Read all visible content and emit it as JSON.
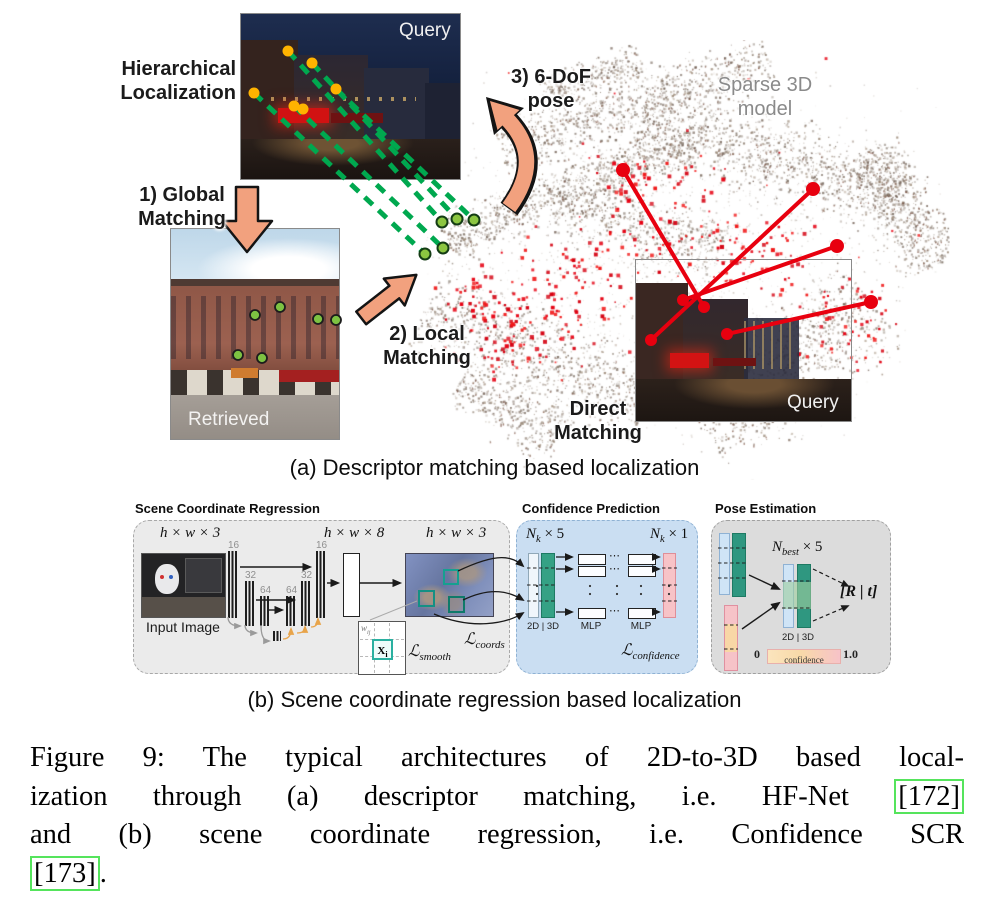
{
  "part_a": {
    "caption": "(a) Descriptor matching based localization",
    "hierarchical": [
      "Hierarchical",
      "Localization"
    ],
    "global_matching": [
      "1) Global",
      "Matching"
    ],
    "local_matching": [
      "2) Local",
      "Matching"
    ],
    "pose_6dof": [
      "3) 6-DoF",
      "pose"
    ],
    "sparse_model": "Sparse 3D model",
    "direct_matching": [
      "Direct",
      "Matching"
    ],
    "query_label_top": "Query",
    "query_label_bottom": "Query",
    "retrieved_label": "Retrieved"
  },
  "part_b": {
    "caption": "(b) Scene coordinate regression based localization",
    "scr": {
      "title": "Scene Coordinate Regression",
      "dim_input": "h × w × 3",
      "dim_mid": "h × w × 8",
      "dim_output": "h × w × 3",
      "input_image_label": "Input Image",
      "encoder_channels": [
        "16",
        "32",
        "64"
      ],
      "decoder_channels": [
        "64",
        "32",
        "16"
      ],
      "weight_label": {
        "base": "w",
        "sub": "ij"
      },
      "center_label": {
        "base": "X",
        "sub": "i"
      },
      "loss_smooth": {
        "base": "ℒ",
        "sub": "smooth"
      },
      "loss_coords": {
        "base": "ℒ",
        "sub": "coords"
      }
    },
    "confidence": {
      "title": "Confidence Prediction",
      "dim_input": {
        "base": "N",
        "sub": "k",
        "rest": " × 5"
      },
      "dim_output": {
        "base": "N",
        "sub": "k",
        "rest": " × 1"
      },
      "columns_label": "2D | 3D",
      "mlp_labels": [
        "MLP",
        "MLP"
      ],
      "ellipsis": "⋯",
      "loss": {
        "base": "ℒ",
        "sub": "confidence"
      }
    },
    "pose": {
      "title": "Pose Estimation",
      "dim": {
        "base": "N",
        "sub": "best",
        "rest": " × 5"
      },
      "columns_label": "2D | 3D",
      "output": "[R | t]",
      "confidence_scale": {
        "min": "0",
        "label": "confidence",
        "max": "1.0"
      }
    }
  },
  "caption": {
    "line1": "Figure 9: The typical architectures of 2D-to-3D based local-",
    "line2_text": "ization through (a) descriptor matching, i.e. HF-Net ",
    "line2_cite": "[172]",
    "line3": "and (b) scene coordinate regression, i.e. Confidence SCR",
    "line4_cite": "[173]",
    "line4_text": "."
  },
  "colors": {
    "arrow_orange": "#F2A17E",
    "match_green": "#00A84F",
    "keypoint_yellow": "#FFB300",
    "match_red": "#E8000F",
    "panel_blue": "#CADEF2",
    "teal": "#35A185",
    "pink": "#F7C3C7",
    "cite_green": "#55E45C"
  }
}
